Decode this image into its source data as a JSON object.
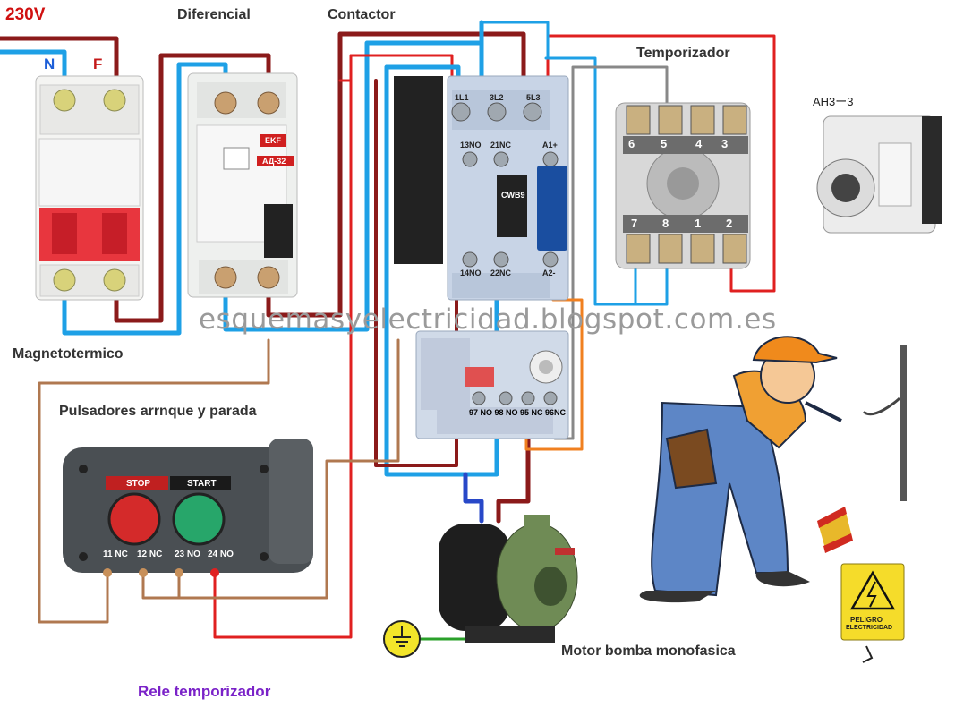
{
  "labels": {
    "voltage": "230V",
    "neutral": "N",
    "phase": "F",
    "differential": "Diferencial",
    "contactor": "Contactor",
    "timer": "Temporizador",
    "breaker": "Magnetotermico",
    "pushbuttons": "Pulsadores arrnque y parada",
    "motor": "Motor bomba  monofasica",
    "relay": "Rele temporizador",
    "watermark": "esquemasyelectricidad.blogspot.com.es",
    "timer_model": "AH3ー3"
  },
  "pushbutton_station": {
    "stop": "STOP",
    "start": "START",
    "contacts": [
      "11 NC",
      "12 NC",
      "23 NO",
      "24 NO"
    ]
  },
  "timer_socket": {
    "top_pins": [
      "6",
      "5",
      "4",
      "3"
    ],
    "bottom_pins": [
      "7",
      "8",
      "1",
      "2"
    ]
  },
  "contactor": {
    "main_top": [
      "1L1",
      "3L2",
      "5L3"
    ],
    "aux_top": [
      "13NO",
      "21NC",
      "A1+"
    ],
    "aux_bottom": [
      "14NO",
      "22NC",
      "A2-"
    ],
    "brand": "CWB9"
  },
  "overload_relay": {
    "contacts": "97 NO 98 NO 95 NC 96NC"
  },
  "differential_device": {
    "brand": "EKF",
    "model": "АД-32"
  },
  "warning_sign": {
    "line1": "PELIGRO",
    "line2": "ELECTRICIDAD"
  },
  "colors": {
    "phase_wire": "#8b1a1a",
    "neutral_wire": "#1ea0e6",
    "control_wire": "#b07850",
    "red_wire": "#e02020",
    "timer_wire": "#888888",
    "orange_wire": "#f08020",
    "earth_wire": "#2aa02a",
    "motor_wire_blue": "#2848c8"
  }
}
